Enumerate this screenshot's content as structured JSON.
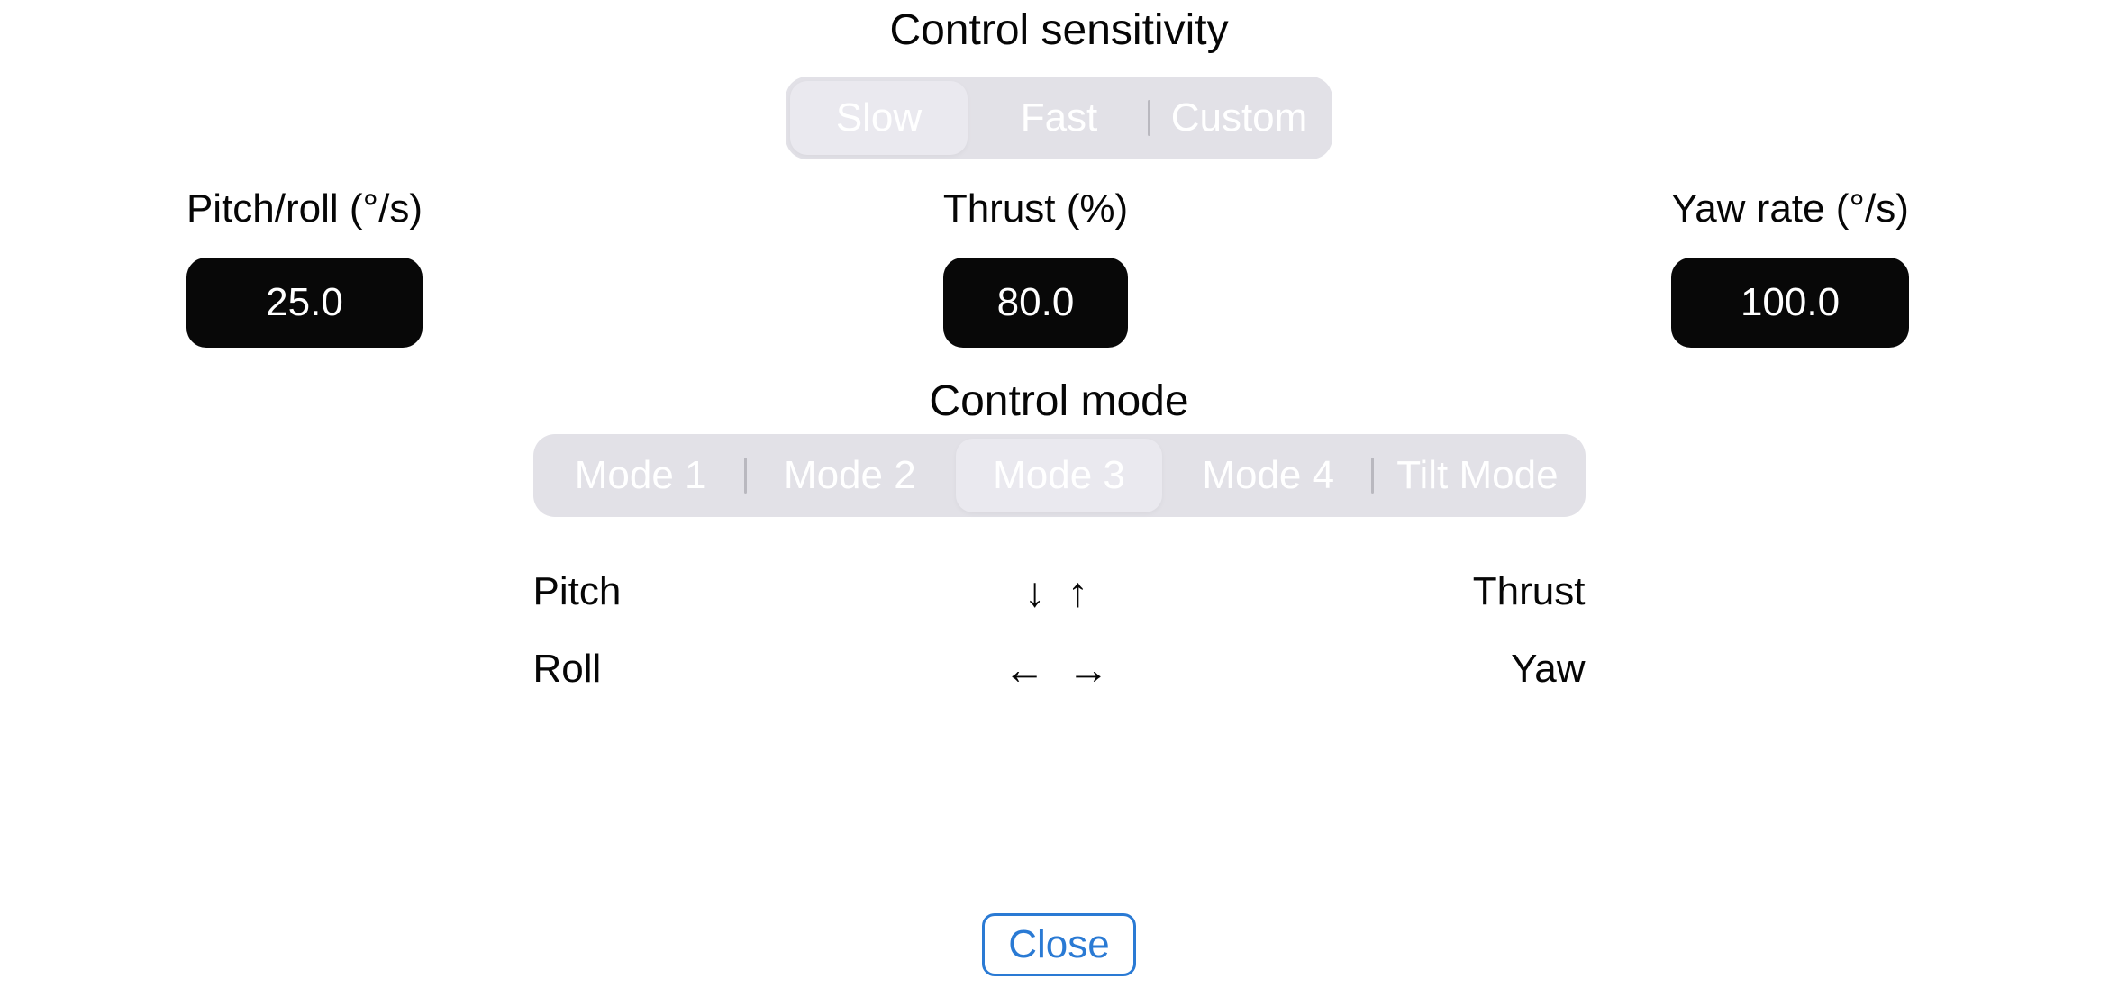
{
  "sensitivity": {
    "title": "Control sensitivity",
    "options": [
      "Slow",
      "Fast",
      "Custom"
    ],
    "selected": "Slow",
    "selected_index": 0,
    "fields": [
      {
        "label": "Pitch/roll (°/s)",
        "value": "25.0"
      },
      {
        "label": "Thrust (%)",
        "value": "80.0"
      },
      {
        "label": "Yaw rate (°/s)",
        "value": "100.0"
      }
    ]
  },
  "mode": {
    "title": "Control mode",
    "options": [
      "Mode 1",
      "Mode 2",
      "Mode 3",
      "Mode 4",
      "Tilt Mode"
    ],
    "selected": "Mode 3",
    "selected_index": 2,
    "mappings": [
      {
        "left": "Pitch",
        "keys": "↓ ↑",
        "right": "Thrust"
      },
      {
        "left": "Roll",
        "keys": "← →",
        "right": "Yaw"
      }
    ]
  },
  "close_button": {
    "label": "Close"
  },
  "colors": {
    "background": "#ffffff",
    "text": "#060606",
    "segment_track": "#e2e1e7",
    "segment_selected": "#eae9ef",
    "segment_text": "#ffffff",
    "segment_divider": "#b9b8bf",
    "value_box_background": "#080808",
    "value_box_text": "#ffffff",
    "accent_blue": "#2a7ad4"
  }
}
